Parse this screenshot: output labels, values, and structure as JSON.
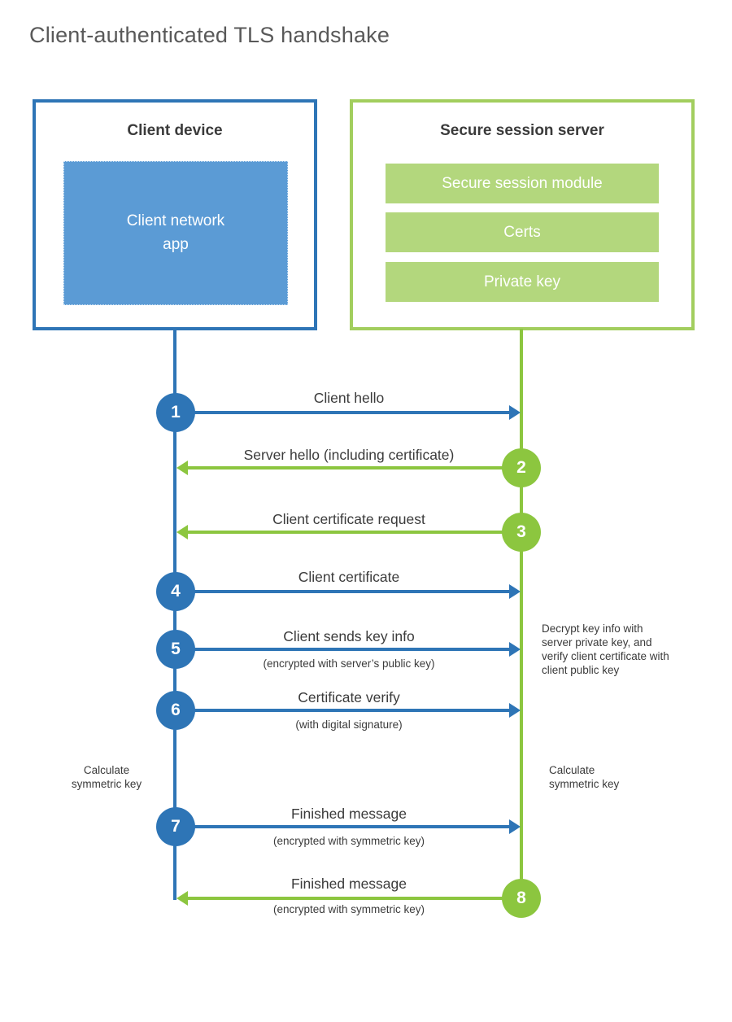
{
  "title": "Client-authenticated TLS handshake",
  "colors": {
    "blue_accent": "#2e75b6",
    "blue_fill": "#5b9bd5",
    "green_accent": "#8cc63f",
    "green_border": "#a2ce5e",
    "green_fill": "#b3d77d",
    "text_dark": "#3b3b3b",
    "title_gray": "#595959"
  },
  "client_box": {
    "title": "Client device",
    "app_label": "Client network app"
  },
  "server_box": {
    "title": "Secure session server",
    "modules": [
      "Secure session module",
      "Certs",
      "Private key"
    ]
  },
  "messages": [
    {
      "step": "1",
      "label": "Client hello",
      "sub": "",
      "direction": "right",
      "color": "blue"
    },
    {
      "step": "2",
      "label": "Server hello (including certificate)",
      "sub": "",
      "direction": "left",
      "color": "green"
    },
    {
      "step": "3",
      "label": "Client certificate request",
      "sub": "",
      "direction": "left",
      "color": "green"
    },
    {
      "step": "4",
      "label": "Client certificate",
      "sub": "",
      "direction": "right",
      "color": "blue"
    },
    {
      "step": "5",
      "label": "Client sends key info",
      "sub": "(encrypted with server’s public key)",
      "direction": "right",
      "color": "blue"
    },
    {
      "step": "6",
      "label": "Certificate verify",
      "sub": "(with digital signature)",
      "direction": "right",
      "color": "blue"
    },
    {
      "step": "7",
      "label": "Finished message",
      "sub": "(encrypted with symmetric key)",
      "direction": "right",
      "color": "blue"
    },
    {
      "step": "8",
      "label": "Finished message",
      "sub": "(encrypted with symmetric key)",
      "direction": "left",
      "color": "green"
    }
  ],
  "notes": {
    "decrypt": "Decrypt key info with server private key, and verify client certificate with client public key",
    "calc_left": "Calculate symmetric key",
    "calc_right": "Calculate symmetric key"
  }
}
